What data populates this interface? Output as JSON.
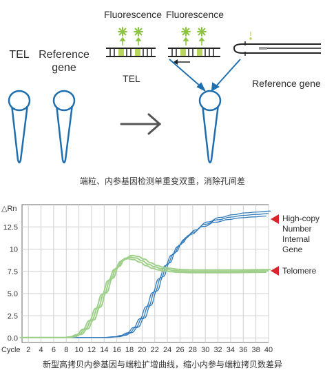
{
  "top": {
    "tube_labels": [
      "TEL",
      "Reference",
      "gene"
    ],
    "fluorescence": [
      "Fluorescence",
      "Fluorescence"
    ],
    "tel_label": "TEL",
    "reference_gene_label": "Reference gene",
    "caption": "端粒、内参基因检测单重变双重，消除孔间差"
  },
  "chart_data": {
    "type": "line",
    "ylabel": "△Rn",
    "xlabel": "Cycle",
    "x_ticks": [
      "2",
      "4",
      "6",
      "8",
      "10",
      "12",
      "14",
      "16",
      "18",
      "20",
      "22",
      "24",
      "26",
      "28",
      "30",
      "32",
      "34",
      "36",
      "38",
      "40"
    ],
    "y_ticks": [
      "0.0",
      "2.5",
      "5.0",
      "7.5",
      "10",
      "12.5"
    ],
    "xlim": [
      1,
      40
    ],
    "ylim": [
      -0.5,
      15
    ],
    "grid": true,
    "colors": {
      "green": "#9fd08a",
      "blue": "#2f7bbd",
      "marker": "#d9262c"
    },
    "series": [
      {
        "name": "High-copy Number Internal Gene",
        "color": "#2f7bbd",
        "x": [
          1,
          14,
          16,
          17,
          18,
          19,
          20,
          21,
          22,
          23,
          24,
          25,
          26,
          27,
          28,
          30,
          32,
          34,
          36,
          38,
          40
        ],
        "y": [
          0.05,
          0.05,
          0.15,
          0.3,
          0.6,
          1.2,
          2.2,
          3.6,
          5.2,
          6.8,
          8.3,
          9.5,
          10.5,
          11.3,
          11.9,
          12.8,
          13.3,
          13.6,
          13.8,
          13.9,
          14.0
        ]
      },
      {
        "name": "Telomere",
        "color": "#9fd08a",
        "x": [
          1,
          8,
          9,
          10,
          11,
          12,
          13,
          14,
          15,
          16,
          17,
          18,
          19,
          20,
          21,
          22,
          23,
          24,
          25,
          26,
          28,
          30,
          34,
          40
        ],
        "y": [
          0.05,
          0.05,
          0.15,
          0.4,
          1.0,
          2.0,
          3.4,
          5.0,
          6.6,
          7.9,
          8.8,
          9.1,
          9.0,
          8.7,
          8.3,
          8.0,
          7.8,
          7.7,
          7.6,
          7.55,
          7.5,
          7.5,
          7.5,
          7.55
        ]
      }
    ],
    "annotations": [
      "High-copy\nNumber\nInternal\nGene",
      "Telomere"
    ]
  },
  "chart_labels": {
    "high_copy": [
      "High-copy",
      "Number",
      "Internal",
      "Gene"
    ],
    "telomere": "Telomere"
  },
  "bottom_caption": "新型高拷贝内参基因与端粒扩增曲线，缩小内参与端粒拷贝数差异"
}
